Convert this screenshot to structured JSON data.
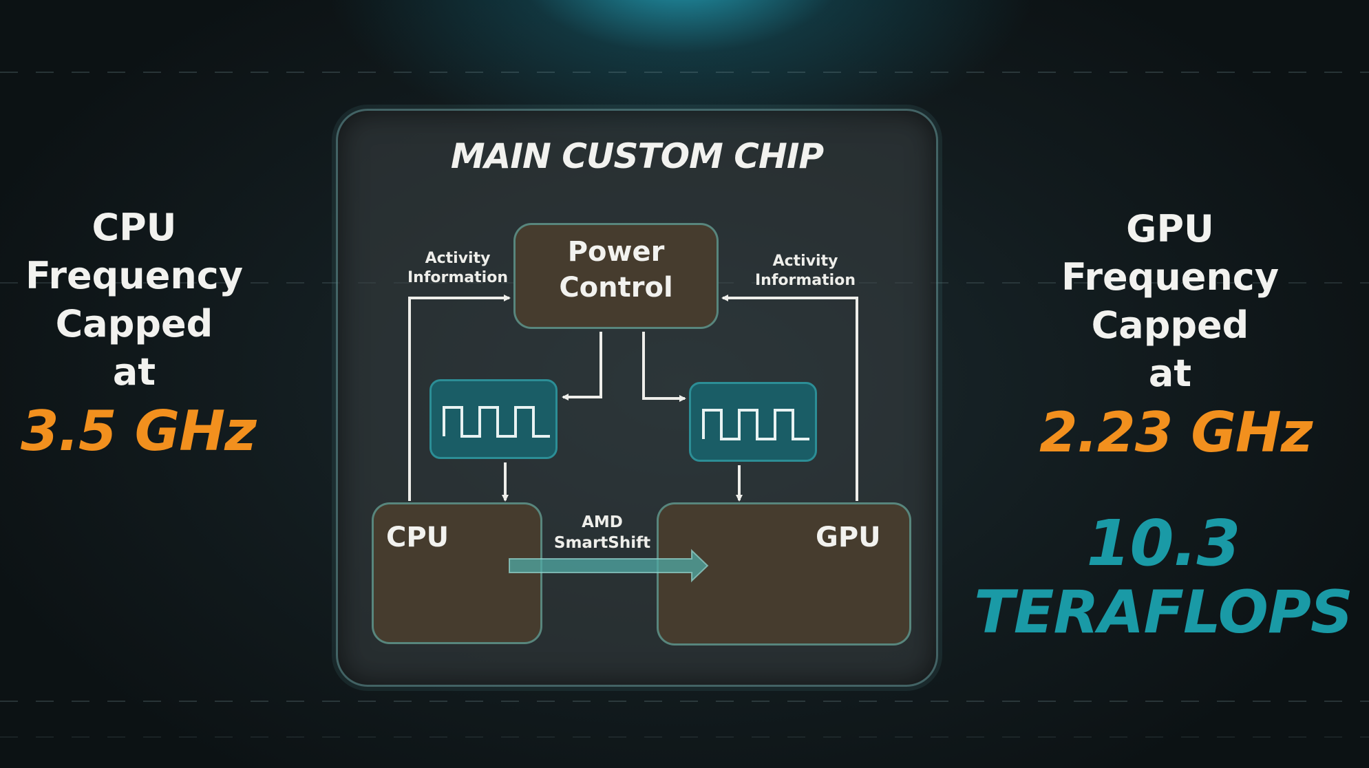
{
  "chip": {
    "title": "MAIN CUSTOM CHIP",
    "power_control": {
      "line1": "Power",
      "line2": "Control"
    },
    "activity_left": {
      "line1": "Activity",
      "line2": "Information"
    },
    "activity_right": {
      "line1": "Activity",
      "line2": "Information"
    },
    "cpu_label": "CPU",
    "gpu_label": "GPU",
    "smartshift": {
      "line1": "AMD",
      "line2": "SmartShift"
    }
  },
  "left_panel": {
    "lines": [
      "CPU",
      "Frequency",
      "Capped",
      "at"
    ],
    "frequency": "3.5 GHz"
  },
  "right_panel": {
    "lines": [
      "GPU",
      "Frequency",
      "Capped",
      "at"
    ],
    "frequency": "2.23 GHz",
    "teraflops_value": "10.3",
    "teraflops_unit": "TERAFLOPS"
  },
  "colors": {
    "accent_orange": "#f2901e",
    "accent_teal": "#1a9aa6",
    "box_brown": "#463c2e",
    "clock_teal": "#1a5d66"
  },
  "icons": [
    "clock-signal-icon",
    "arrow-icon"
  ]
}
